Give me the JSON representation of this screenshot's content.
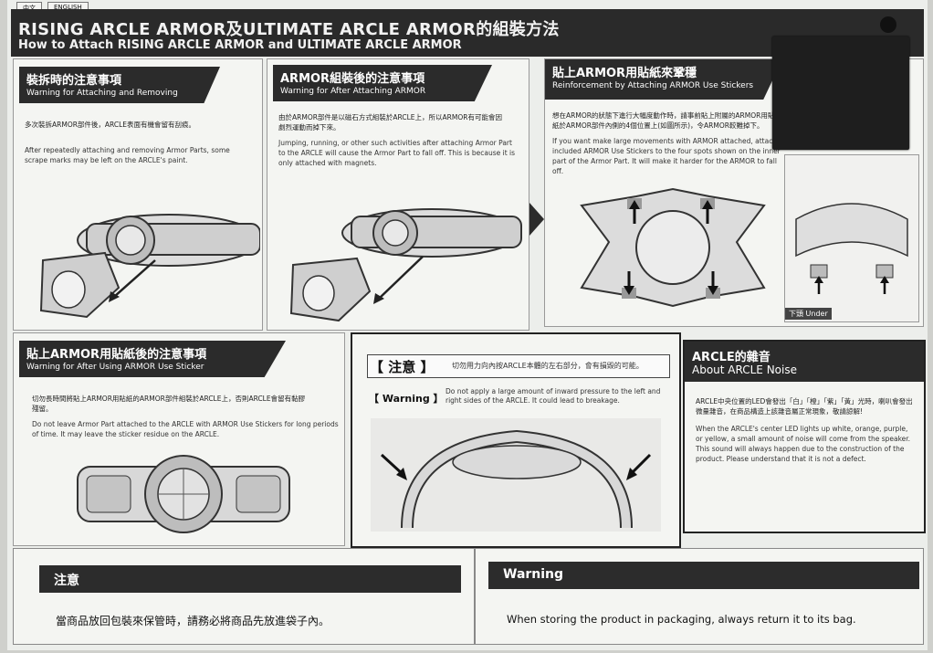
{
  "tabs": {
    "zh": "中文",
    "en": "ENGLISH"
  },
  "header": {
    "title_zh": "RISING ARCLE ARMOR及ULTIMATE ARCLE ARMOR的組裝方法",
    "title_en": "How to Attach RISING ARCLE ARMOR and ULTIMATE ARCLE ARMOR"
  },
  "sec1": {
    "title_zh": "裝拆時的注意事項",
    "title_en": "Warning for Attaching and Removing",
    "body_zh": "多次裝拆ARMOR部件後，ARCLE表面有機會留有刮痕。",
    "body_en": "After repeatedly attaching and removing Armor Parts, some scrape marks may be left on the ARCLE's paint."
  },
  "sec2": {
    "title_zh": "ARMOR組裝後的注意事項",
    "title_en": "Warning for After Attaching ARMOR",
    "body_zh": "由於ARMOR部件是以磁石方式組裝於ARCLE上，所以ARMOR有可能會因劇烈運動而掉下來。",
    "body_en": "Jumping, running, or other such activities after attaching Armor Part to the ARCLE will cause the Armor Part to fall off. This is because it is only attached with magnets."
  },
  "sec3": {
    "title_zh": "貼上ARMOR用貼紙來鞏穩",
    "title_en": "Reinforcement by Attaching ARMOR Use Stickers",
    "body_zh": "想在ARMOR的狀態下進行大幅度動作時，請事前貼上附屬的ARMOR用貼紙於ARMOR部件內側的4個位置上(如圖所示)，令ARMOR較難掉下。",
    "body_en": "If you want make large movements with ARMOR attached, attach included ARMOR Use Stickers to the four spots shown on the inner part of the Armor Part. It will make it harder for the ARMOR to fall off.",
    "under_label": "下頭 Under"
  },
  "sec4": {
    "title_zh": "貼上ARMOR用貼紙後的注意事項",
    "title_en": "Warning for After Using ARMOR Use Sticker",
    "body_zh": "切勿長時間將貼上ARMOR用貼紙的ARMOR部件組裝於ARCLE上，否則ARCLE會留有黏膠殘留。",
    "body_en": "Do not leave Armor Part attached to the ARCLE with ARMOR Use Stickers for long periods of time. It may leave the sticker residue on the ARCLE."
  },
  "sec5": {
    "badge_zh": "【 注意 】",
    "text_zh": "切勿用力向內按ARCLE本體的左右部分，會有損毀的可能。",
    "badge_en": "【 Warning 】",
    "text_en": "Do not apply a large amount of inward pressure to the left and right sides of the ARCLE. It could lead to breakage."
  },
  "sec6": {
    "title_zh": "ARCLE的雜音",
    "title_en": "About ARCLE Noise",
    "body_zh": "ARCLE中央位置的LED會發出「白」「橙」「紫」「黃」光時，喇叭會發出微量雜音，在商品構造上該雜音屬正常現象，敬請諒解!",
    "body_en": "When the ARCLE's center LED lights up white, orange, purple, or yellow, a small amount of noise will come from the speaker. This sound will always happen due to the construction of the product. Please understand that it is not a defect."
  },
  "bottom": {
    "zh_title": "注意",
    "zh_text": "當商品放回包裝來保管時，請務必將商品先放進袋子內。",
    "en_title": "Warning",
    "en_text": "When storing the product in packaging, always return it to its bag."
  }
}
